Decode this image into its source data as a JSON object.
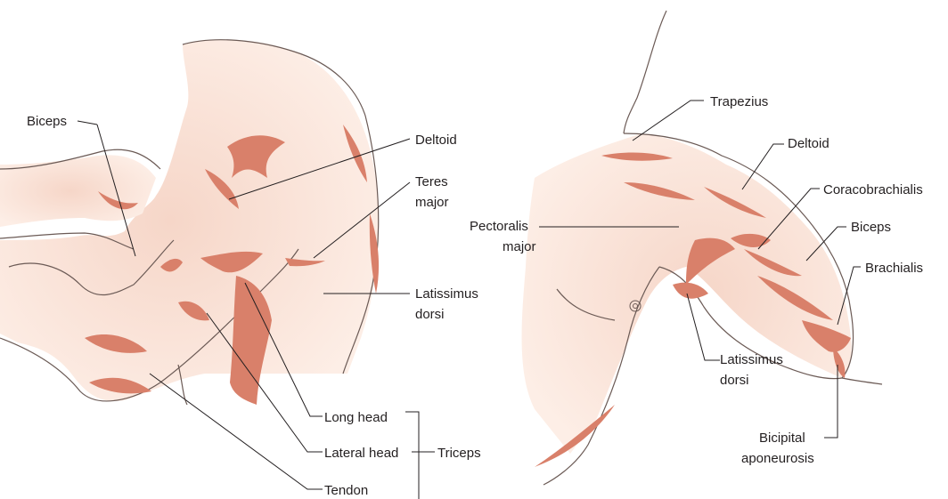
{
  "colors": {
    "skin_light": "#fdeee6",
    "skin_mid": "#f6d6c8",
    "muscle_shadow": "#d9806a",
    "outline": "#6b5a55",
    "leader_line": "#231f20"
  },
  "left_figure": {
    "labels": {
      "biceps": "Biceps",
      "deltoid": "Deltoid",
      "teres_major_1": "Teres",
      "teres_major_2": "major",
      "latissimus_1": "Latissimus",
      "latissimus_2": "dorsi",
      "long_head": "Long head",
      "lateral_head": "Lateral head",
      "triceps": "Triceps",
      "tendon": "Tendon"
    }
  },
  "right_figure": {
    "labels": {
      "trapezius": "Trapezius",
      "deltoid": "Deltoid",
      "coracobrachialis": "Coracobrachialis",
      "pectoralis_1": "Pectoralis",
      "pectoralis_2": "major",
      "biceps": "Biceps",
      "brachialis": "Brachialis",
      "latissimus_1": "Latissimus",
      "latissimus_2": "dorsi",
      "bicipital_1": "Bicipital",
      "bicipital_2": "aponeurosis"
    }
  }
}
